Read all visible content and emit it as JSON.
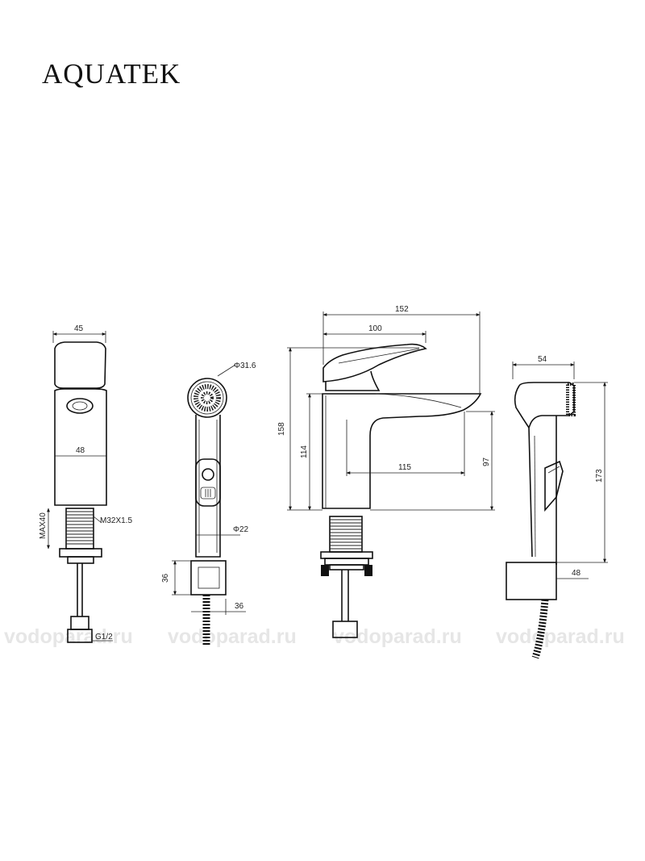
{
  "brand": {
    "logo_text": "AQUATEK"
  },
  "watermark": {
    "texts": [
      "vodoparad.ru",
      "vodoparad.ru",
      "vodoparad.ru",
      "vodoparad.ru"
    ]
  },
  "views": {
    "side_view": {
      "width_top": "45",
      "width_body": "48",
      "thread": "M32X1.5",
      "max_depth": "MAX40",
      "connection": "G1/2"
    },
    "hand_shower": {
      "head_diameter": "Φ31.6",
      "handle_diameter": "Φ22",
      "holder_height": "36",
      "holder_width": "36"
    },
    "front_view": {
      "total_length": "152",
      "lever_length": "100",
      "total_height": "158",
      "body_height": "114",
      "spout_reach": "115",
      "spout_height": "97"
    },
    "shower_side": {
      "head_depth": "54",
      "shower_length": "173",
      "holder_depth": "48"
    }
  }
}
